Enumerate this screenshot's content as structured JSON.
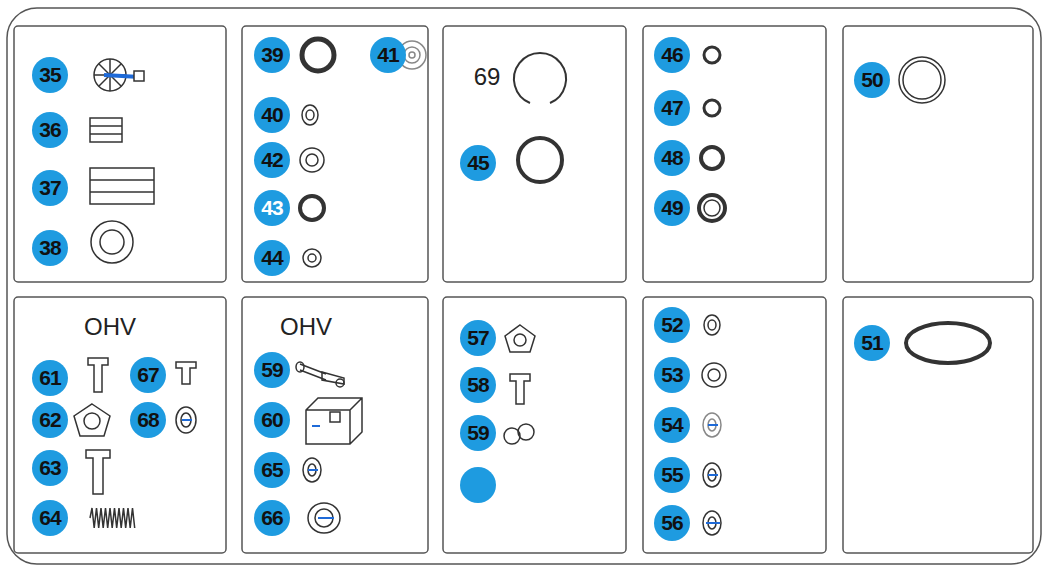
{
  "diagram": {
    "labels": [
      "35",
      "36",
      "37",
      "38",
      "39",
      "41",
      "40",
      "42",
      "43",
      "44",
      "69",
      "45",
      "46",
      "47",
      "48",
      "49",
      "50",
      "OHV",
      "61",
      "67",
      "62",
      "68",
      "63",
      "64",
      "OHV",
      "59",
      "60",
      "65",
      "66",
      "57",
      "58",
      "59",
      "52",
      "53",
      "54",
      "55",
      "56",
      "51"
    ]
  }
}
